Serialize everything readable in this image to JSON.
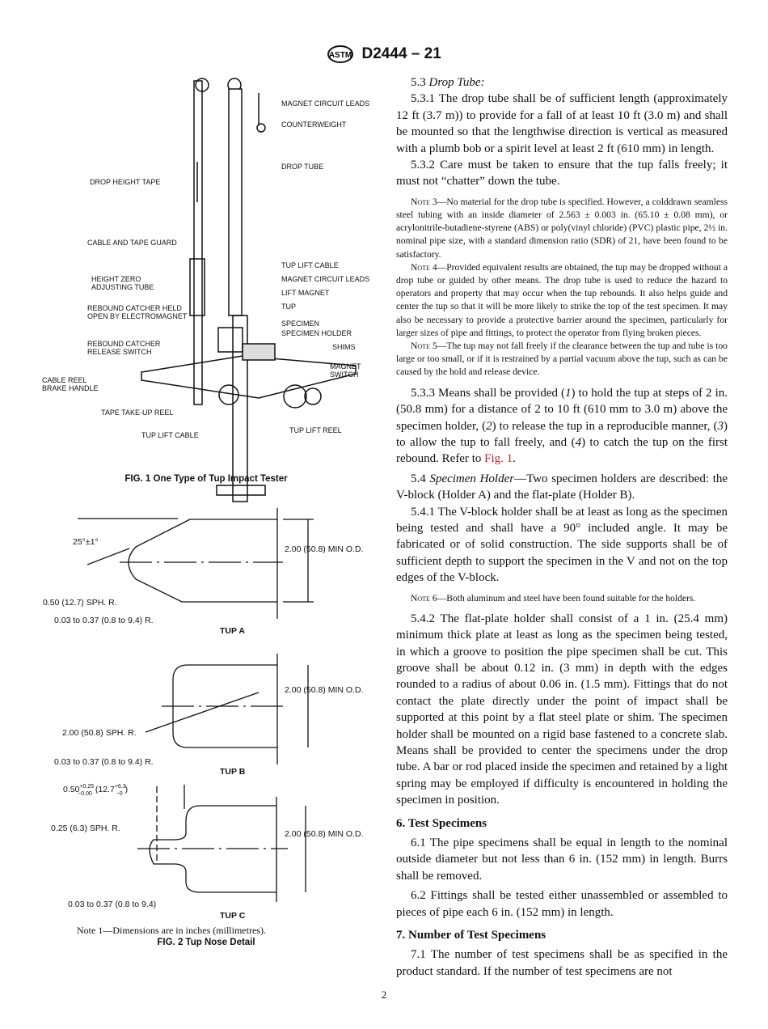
{
  "header": {
    "designation": "D2444 – 21",
    "logo": "astm-logo"
  },
  "figure1": {
    "caption": "FIG. 1 One Type of Tup Impact Tester",
    "labels": {
      "magnet_circuit_leads_top": "MAGNET CIRCUIT LEADS",
      "counterweight": "COUNTERWEIGHT",
      "drop_tube": "DROP TUBE",
      "drop_height_tape": "DROP HEIGHT TAPE",
      "cable_and_tape_guard": "CABLE AND TAPE GUARD",
      "height_zero_1": "HEIGHT ZERO",
      "height_zero_2": "ADJUSTING TUBE",
      "rebound_held_1": "REBOUND CATCHER HELD",
      "rebound_held_2": "OPEN BY ELECTROMAGNET",
      "rebound_release_1": "REBOUND CATCHER",
      "rebound_release_2": "RELEASE SWITCH",
      "cable_reel_1": "CABLE REEL",
      "cable_reel_2": "BRAKE HANDLE",
      "tape_take_up_reel": "TAPE TAKE-UP REEL",
      "tup_lift_cable_bottom": "TUP LIFT CABLE",
      "tup_lift_cable": "TUP LIFT CABLE",
      "magnet_circuit_leads": "MAGNET CIRCUIT LEADS",
      "lift_magnet": "LIFT MAGNET",
      "tup": "TUP",
      "specimen": "SPECIMEN",
      "specimen_holder": "SPECIMEN HOLDER",
      "shims": "SHIMS",
      "magnet_switch_1": "MAGNET",
      "magnet_switch_2": "SWITCH",
      "tup_lift_reel": "TUP LIFT REEL"
    }
  },
  "figure2": {
    "caption": "FIG. 2 Tup Nose Detail",
    "note": "Note 1—Dimensions are in inches (millimetres).",
    "tup_a": {
      "name": "TUP A",
      "angle": "25°±1°",
      "od": "2.00 (50.8) MIN O.D.",
      "sph": "0.50 (12.7) SPH. R.",
      "radius": "0.03 to 0.37 (0.8 to 9.4) R."
    },
    "tup_b": {
      "name": "TUP B",
      "od": "2.00 (50.8) MIN O.D.",
      "sph": "2.00 (50.8) SPH. R.",
      "radius": "0.03 to 0.37 (0.8 to 9.4) R."
    },
    "tup_c": {
      "name": "TUP C",
      "len": "0.50",
      "len_tol_plus": "+0.25",
      "len_tol_minus": "−0.00",
      "len_mm": "(12.7",
      "len_mm_plus": "+6.3",
      "len_mm_minus": "−0",
      "len_close": ")",
      "od": "2.00 (50.8) MIN O.D.",
      "sph": "0.25 (6.3) SPH. R.",
      "radius": "0.03 to 0.37 (0.8 to 9.4)"
    }
  },
  "text": {
    "s53": "5.3 ",
    "s53_title": "Drop Tube:",
    "s531": "5.3.1 The drop tube shall be of sufficient length (approximately 12 ft (3.7 m)) to provide for a fall of at least 10 ft (3.0 m) and shall be mounted so that the lengthwise direction is vertical as measured with a plumb bob or a spirit level at least 2 ft (610 mm) in length.",
    "s532": "5.3.2 Care must be taken to ensure that the tup falls freely; it must not “chatter” down the tube.",
    "note3_label": "Note 3",
    "note3": "—No material for the drop tube is specified. However, a colddrawn seamless steel tubing with an inside diameter of 2.563 ± 0.003 in. (65.10 ± 0.08 mm), or acrylonitrile-butadiene-styrene (ABS) or poly(vinyl chloride) (PVC) plastic pipe, 2½ in. nominal pipe size, with a standard dimension ratio (SDR) of 21, have been found to be satisfactory.",
    "note4_label": "Note 4",
    "note4": "—Provided equivalent results are obtained, the tup may be dropped without a drop tube or guided by other means. The drop tube is used to reduce the hazard to operators and property that may occur when the tup rebounds. It also helps guide and center the tup so that it will be more likely to strike the top of the test specimen. It may also be necessary to provide a protective barrier around the specimen, particularly for larger sizes of pipe and fittings, to protect the operator from flying broken pieces.",
    "note5_label": "Note 5",
    "note5": "—The tup may not fall freely if the clearance between the tup and tube is too large or too small, or if it is restrained by a partial vacuum above the tup, such as can be caused by the hold and release device.",
    "s533_a": "5.3.3 Means shall be provided (",
    "s533_1": "1",
    "s533_b": ") to hold the tup at steps of 2 in. (50.8 mm) for a distance of 2 to 10 ft (610 mm to 3.0 m) above the specimen holder, (",
    "s533_2": "2",
    "s533_c": ") to release the tup in a reproducible manner, (",
    "s533_3": "3",
    "s533_d": ") to allow the tup to fall freely, and (",
    "s533_4": "4",
    "s533_e": ") to catch the tup on the first rebound. Refer to ",
    "s533_link": "Fig. 1",
    "s533_f": ".",
    "s54": "5.4 ",
    "s54_title": "Specimen Holder",
    "s54_body": "—Two specimen holders are described: the V-block (Holder A) and the flat-plate (Holder B).",
    "s541": "5.4.1 The V-block holder shall be at least as long as the specimen being tested and shall have a 90° included angle. It may be fabricated or of solid construction. The side supports shall be of sufficient depth to support the specimen in the V and not on the top edges of the V-block.",
    "note6_label": "Note 6",
    "note6": "—Both aluminum and steel have been found suitable for the holders.",
    "s542": "5.4.2 The flat-plate holder shall consist of a 1 in. (25.4 mm) minimum thick plate at least as long as the specimen being tested, in which a groove to position the pipe specimen shall be cut. This groove shall be about 0.12 in. (3 mm) in depth with the edges rounded to a radius of about 0.06 in. (1.5 mm). Fittings that do not contact the plate directly under the point of impact shall be supported at this point by a flat steel plate or shim. The specimen holder shall be mounted on a rigid base fastened to a concrete slab. Means shall be provided to center the specimens under the drop tube. A bar or rod placed inside the specimen and retained by a light spring may be employed if difficulty is encountered in holding the specimen in position.",
    "h6": "6. Test Specimens",
    "s61": "6.1 The pipe specimens shall be equal in length to the nominal outside diameter but not less than 6 in. (152 mm) in length. Burrs shall be removed.",
    "s62": "6.2 Fittings shall be tested either unassembled or assembled to pieces of pipe each 6 in. (152 mm) in length.",
    "h7": "7. Number of Test Specimens",
    "s71": "7.1 The number of test specimens shall be as specified in the product standard. If the number of test specimens are not"
  },
  "page_number": "2",
  "colors": {
    "link": "#b0272d",
    "text": "#111111"
  }
}
